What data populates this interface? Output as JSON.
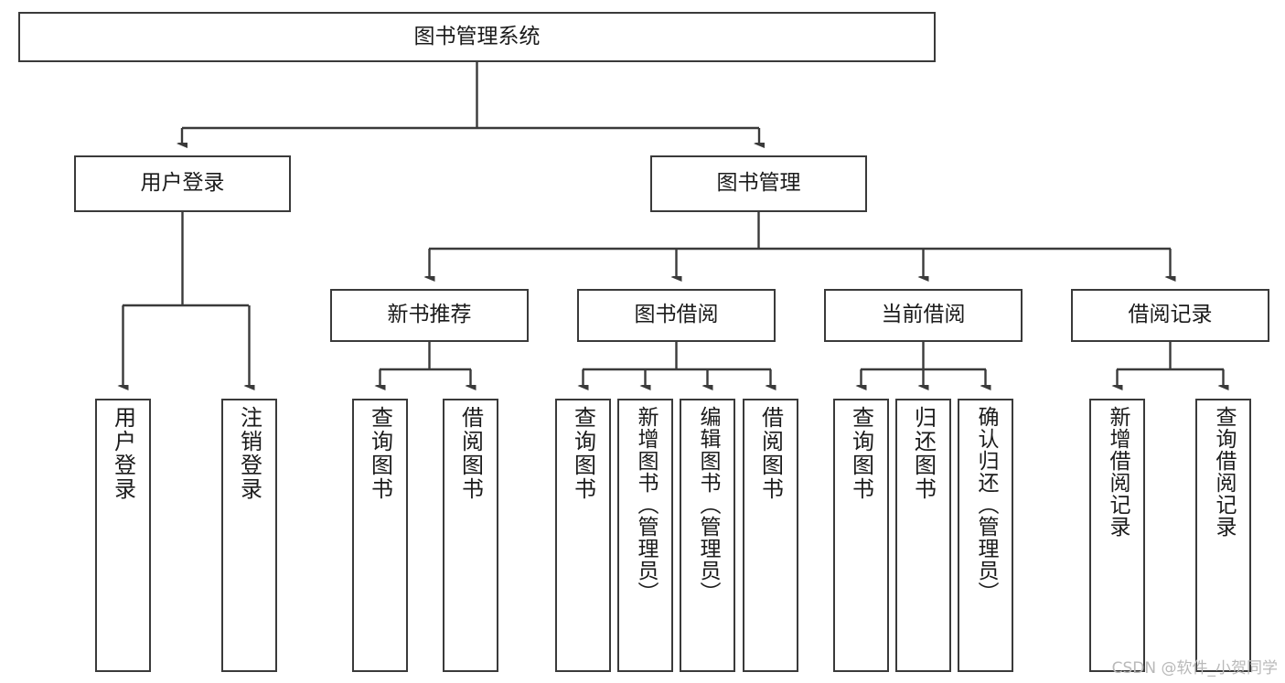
{
  "diagram": {
    "title": "图书管理系统",
    "type": "tree-hierarchy",
    "root": {
      "id": "root",
      "label": "图书管理系统"
    },
    "level2": [
      {
        "id": "user-login",
        "label": "用户登录"
      },
      {
        "id": "book-management",
        "label": "图书管理"
      }
    ],
    "level3": [
      {
        "id": "new-book-recommend",
        "label": "新书推荐",
        "parent": "book-management"
      },
      {
        "id": "book-borrow",
        "label": "图书借阅",
        "parent": "book-management"
      },
      {
        "id": "current-borrow",
        "label": "当前借阅",
        "parent": "book-management"
      },
      {
        "id": "borrow-record",
        "label": "借阅记录",
        "parent": "book-management"
      }
    ],
    "leaves": {
      "user_login": [
        {
          "id": "leaf-user-login",
          "label": "用户登录"
        },
        {
          "id": "leaf-logout-login",
          "label": "注销登录"
        }
      ],
      "new_book_recommend": [
        {
          "id": "leaf-query-book-1",
          "label": "查询图书"
        },
        {
          "id": "leaf-borrow-book-1",
          "label": "借阅图书"
        }
      ],
      "book_borrow": [
        {
          "id": "leaf-query-book-2",
          "label": "查询图书"
        },
        {
          "id": "leaf-add-book-admin",
          "label": "新增图书（管理员）"
        },
        {
          "id": "leaf-edit-book-admin",
          "label": "编辑图书（管理员）"
        },
        {
          "id": "leaf-borrow-book-2",
          "label": "借阅图书"
        }
      ],
      "current_borrow": [
        {
          "id": "leaf-query-book-3",
          "label": "查询图书"
        },
        {
          "id": "leaf-return-book",
          "label": "归还图书"
        },
        {
          "id": "leaf-confirm-return-admin",
          "label": "确认归还（管理员）"
        }
      ],
      "borrow_record": [
        {
          "id": "leaf-add-borrow-record",
          "label": "新增借阅记录"
        },
        {
          "id": "leaf-query-borrow-record",
          "label": "查询借阅记录"
        }
      ]
    }
  },
  "watermark": {
    "text": "CSDN @软件_小贺同学"
  },
  "colors": {
    "box_border": "#3a3a3a",
    "box_fill": "#ffffff",
    "connector": "#3a3a3a",
    "text": "#1b1b1b",
    "watermark": "#b9b9b9",
    "background": "#ffffff"
  }
}
